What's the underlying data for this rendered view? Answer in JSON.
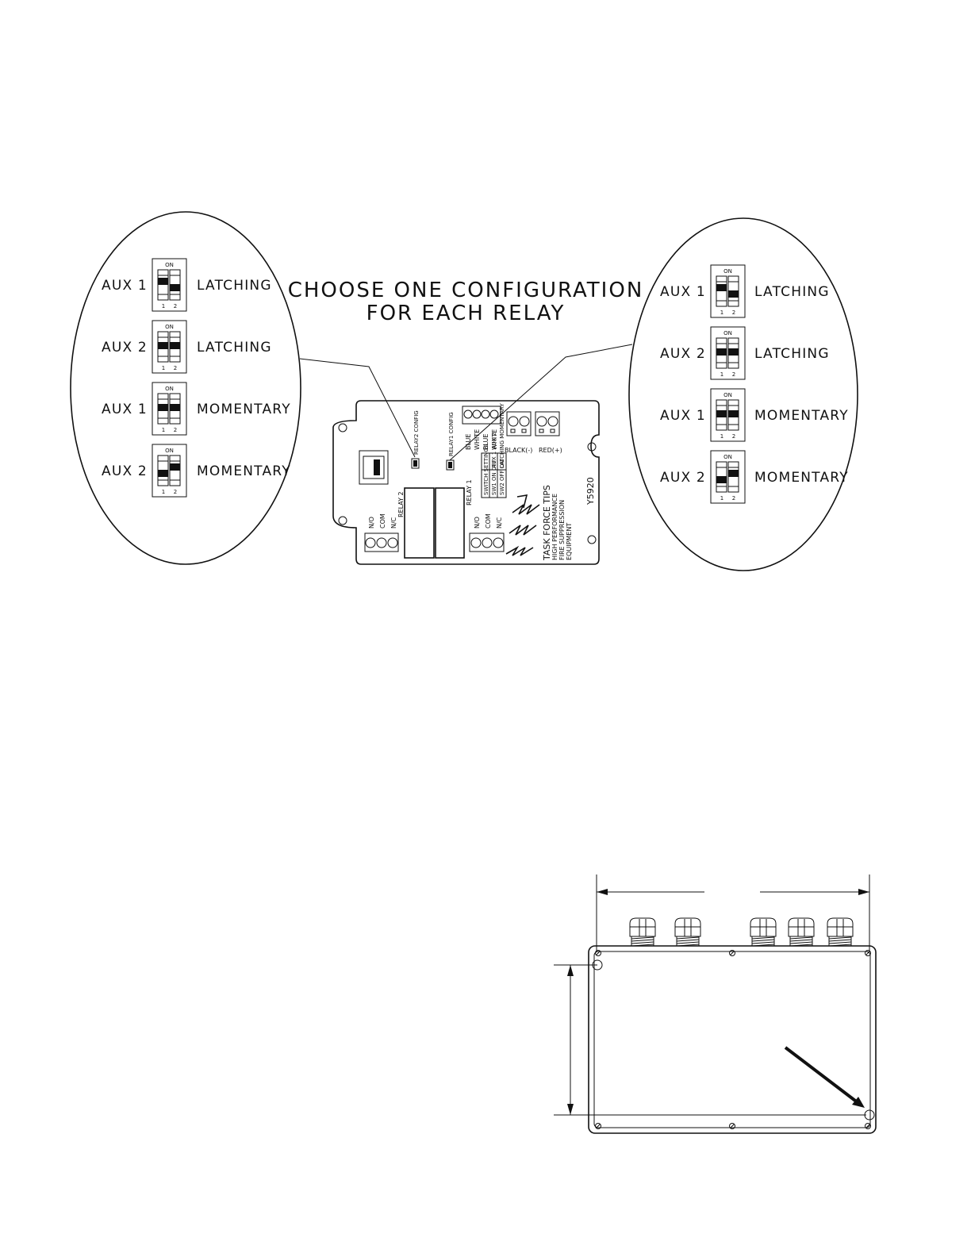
{
  "heading": {
    "line1": "CHOOSE ONE CONFIGURATION",
    "line2": "FOR EACH RELAY"
  },
  "dip_labels": {
    "on": "ON",
    "pos1": "1",
    "pos2": "2"
  },
  "relay2_callout": {
    "rows": [
      {
        "aux": "AUX 1",
        "mode": "LATCHING",
        "sw1": "on",
        "sw2": "off"
      },
      {
        "aux": "AUX 2",
        "mode": "LATCHING",
        "sw1": "mid",
        "sw2": "mid"
      },
      {
        "aux": "AUX 1",
        "mode": "MOMENTARY",
        "sw1": "mid",
        "sw2": "mid"
      },
      {
        "aux": "AUX 2",
        "mode": "MOMENTARY",
        "sw1": "off",
        "sw2": "on"
      }
    ]
  },
  "relay1_callout": {
    "rows": [
      {
        "aux": "AUX 1",
        "mode": "LATCHING",
        "sw1": "on",
        "sw2": "off"
      },
      {
        "aux": "AUX 2",
        "mode": "LATCHING",
        "sw1": "mid",
        "sw2": "mid"
      },
      {
        "aux": "AUX 1",
        "mode": "MOMENTARY",
        "sw1": "mid",
        "sw2": "mid"
      },
      {
        "aux": "AUX 2",
        "mode": "MOMENTARY",
        "sw1": "off",
        "sw2": "on"
      }
    ]
  },
  "board": {
    "model": "Y5920",
    "relay2_label": "RELAY 2",
    "relay1_label": "RELAY 1",
    "relay2_config": "RELAY2 CONFIG",
    "relay1_config": "RELAY1 CONFIG",
    "terminals": [
      "N/O",
      "COM",
      "N/C"
    ],
    "wire_labels": [
      "BLUE",
      "WHITE",
      "BLUE",
      "WHITE"
    ],
    "power_labels": [
      "BLACK(-)",
      "RED(+)"
    ],
    "switch_table": {
      "title": "SWITCH SETTINGS",
      "col1": [
        "SW1",
        "SW2"
      ],
      "col2": [
        "ON OFF",
        "OFF ON"
      ],
      "col3": [
        "AUX 1 AUX 2",
        "LATCHING MOMENTARY"
      ]
    },
    "brand_lines": [
      "TASK FORCE TIPS",
      "HIGH PERFORMANCE",
      "FIRE SUPPRESSION",
      "EQUIPMENT"
    ]
  }
}
